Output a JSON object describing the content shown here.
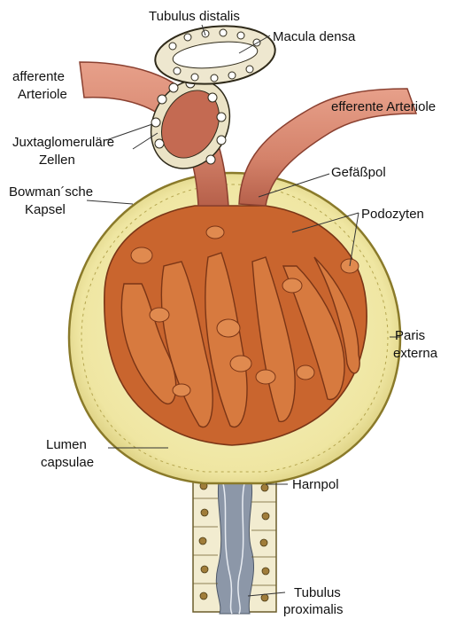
{
  "labels": {
    "tubulus_distalis": "Tubulus distalis",
    "macula_densa": "Macula densa",
    "afferente_arteriole_1": "afferente",
    "afferente_arteriole_2": "Arteriole",
    "efferente_arteriole": "efferente Arteriole",
    "juxtaglomerulaere_1": "Juxtaglomeruläre",
    "juxtaglomerulaere_2": "Zellen",
    "gefaesspol": "Gefäßpol",
    "bowman_1": "Bowman´sche",
    "bowman_2": "Kapsel",
    "podozyten": "Podozyten",
    "paris_externa_1": "Paris",
    "paris_externa_2": "externa",
    "lumen_capsulae_1": "Lumen",
    "lumen_capsulae_2": "capsulae",
    "harnpol": "Harnpol",
    "tubulus_proximalis_1": "Tubulus",
    "tubulus_proximalis_2": "proximalis"
  },
  "colors": {
    "capsule_fill": "#f3edb0",
    "capsule_edge": "#8a7a2a",
    "vessel": "#d98a73",
    "vessel_dark": "#b8604a",
    "capillary": "#c9652e",
    "capillary_dark": "#7a3516",
    "tubule_wall": "#efe9c8",
    "tubule_lumen": "#8c97a8",
    "leader_line": "#333333"
  }
}
